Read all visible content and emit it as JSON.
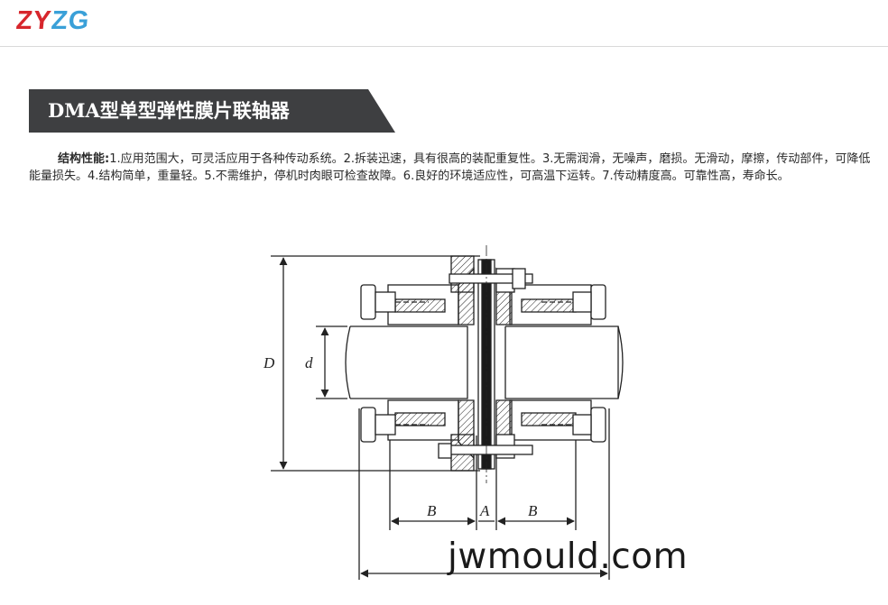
{
  "logo": {
    "part1": "ZY",
    "part2": "ZG"
  },
  "banner": {
    "title": "DMA型单型弹性膜片联轴器"
  },
  "description": {
    "label": "结构性能:",
    "text": "1.应用范围大，可灵活应用于各种传动系统。2.拆装迅速，具有很高的装配重复性。3.无需润滑，无噪声，磨损。无滑动，摩擦，传动部件，可降低能量损失。4.结构简单，重量轻。5.不需维护，停机时肉眼可检查故障。6.良好的环境适应性，可高温下运转。7.传动精度高。可靠性高，寿命长。"
  },
  "drawing": {
    "labels": {
      "D": "D",
      "d": "d",
      "B_left": "B",
      "A": "A",
      "B_right": "B"
    }
  },
  "watermark": "jwmould.com"
}
